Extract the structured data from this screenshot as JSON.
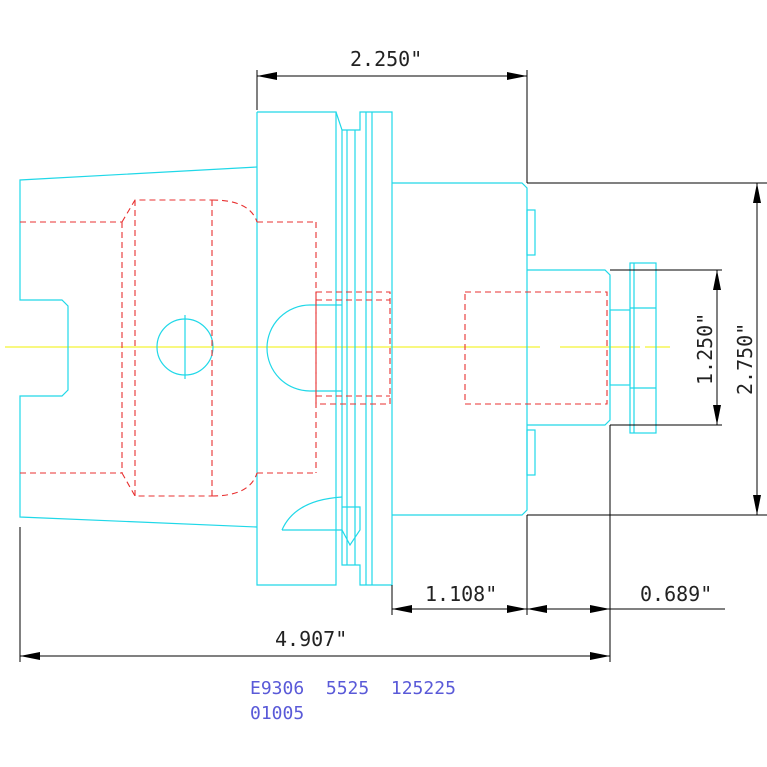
{
  "dimensions": {
    "width_top": "2.250\"",
    "diameter_body": "2.750\"",
    "diameter_pilot": "1.250\"",
    "flange_to_body": "1.108\"",
    "pilot_length": "0.689\"",
    "overall_length": "4.907\""
  },
  "part_code": {
    "line1": "E9306  5525  125225",
    "line2": "01005"
  },
  "colors": {
    "outline": "#20d8e8",
    "hidden": "#e83030",
    "dimension": "#000000",
    "centerline": "#f0f000",
    "code_text": "#5a5ad8"
  }
}
